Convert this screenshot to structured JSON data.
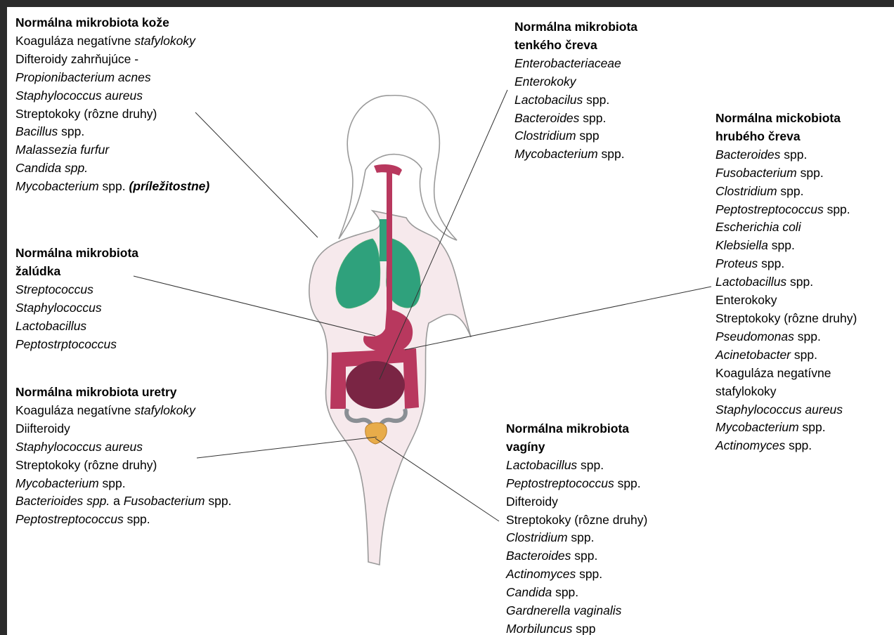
{
  "blocks": [
    {
      "key": "skin",
      "title": "Normálna mikrobiota kože",
      "lines": [
        [
          {
            "t": "Koaguláza negatívne "
          },
          {
            "t": "stafylokoky",
            "s": "i"
          }
        ],
        [
          {
            "t": "Difteroidy zahrňujúce -"
          }
        ],
        [
          {
            "t": "Propionibacterium acnes",
            "s": "i"
          }
        ],
        [
          {
            "t": "Staphylococcus aureus",
            "s": "i"
          }
        ],
        [
          {
            "t": "Streptokoky (rôzne druhy)"
          }
        ],
        [
          {
            "t": "Bacillus",
            "s": "i"
          },
          {
            "t": " spp."
          }
        ],
        [
          {
            "t": "Malassezia furfur",
            "s": "i"
          }
        ],
        [
          {
            "t": "Candida spp.",
            "s": "i"
          }
        ],
        [
          {
            "t": "Mycobacterium",
            "s": "i"
          },
          {
            "t": " spp. "
          },
          {
            "t": "(príležitostne)",
            "s": "bi"
          }
        ]
      ]
    },
    {
      "key": "stomach",
      "title": "Normálna mikrobiota\nžalúdka",
      "lines": [
        [
          {
            "t": "Streptococcus",
            "s": "i"
          }
        ],
        [
          {
            "t": "Staphylococcus",
            "s": "i"
          }
        ],
        [
          {
            "t": "Lactobacillus",
            "s": "i"
          }
        ],
        [
          {
            "t": "Peptostrptococcus",
            "s": "i"
          }
        ]
      ]
    },
    {
      "key": "urethra",
      "title": "Normálna mikrobiota uretry",
      "lines": [
        [
          {
            "t": "Koaguláza negatívne "
          },
          {
            "t": "stafylokoky",
            "s": "i"
          }
        ],
        [
          {
            "t": "Diifteroidy"
          }
        ],
        [
          {
            "t": "Staphylococcus aureus",
            "s": "i"
          }
        ],
        [
          {
            "t": "Streptokoky (rôzne druhy)"
          }
        ],
        [
          {
            "t": "Mycobacterium",
            "s": "i"
          },
          {
            "t": " spp."
          }
        ],
        [
          {
            "t": "Bacterioides spp.",
            "s": "i"
          },
          {
            "t": " a "
          },
          {
            "t": "Fusobacterium",
            "s": "i"
          },
          {
            "t": " spp."
          }
        ],
        [
          {
            "t": "Peptostreptococcus",
            "s": "i"
          },
          {
            "t": " spp."
          }
        ]
      ]
    },
    {
      "key": "small-intestine",
      "title": "Normálna mikrobiota\ntenkého čreva",
      "lines": [
        [
          {
            "t": "Enterobacteriaceae",
            "s": "i"
          }
        ],
        [
          {
            "t": "Enterokoky",
            "s": "i"
          }
        ],
        [
          {
            "t": "Lactobacilus",
            "s": "i"
          },
          {
            "t": " spp."
          }
        ],
        [
          {
            "t": "Bacteroides",
            "s": "i"
          },
          {
            "t": " spp."
          }
        ],
        [
          {
            "t": "Clostridium",
            "s": "i"
          },
          {
            "t": " spp"
          }
        ],
        [
          {
            "t": "Mycobacterium",
            "s": "i"
          },
          {
            "t": " spp."
          }
        ]
      ]
    },
    {
      "key": "large-intestine",
      "title": "Normálna mickobiota\nhrubého čreva",
      "lines": [
        [
          {
            "t": "Bacteroides",
            "s": "i"
          },
          {
            "t": " spp."
          }
        ],
        [
          {
            "t": "Fusobacterium",
            "s": "i"
          },
          {
            "t": " spp."
          }
        ],
        [
          {
            "t": "Clostridium",
            "s": "i"
          },
          {
            "t": " spp."
          }
        ],
        [
          {
            "t": "Peptostreptococcus",
            "s": "i"
          },
          {
            "t": " spp."
          }
        ],
        [
          {
            "t": "Escherichia coli",
            "s": "i"
          }
        ],
        [
          {
            "t": "Klebsiella",
            "s": "i"
          },
          {
            "t": " spp."
          }
        ],
        [
          {
            "t": "Proteus",
            "s": "i"
          },
          {
            "t": " spp."
          }
        ],
        [
          {
            "t": "Lactobacillus",
            "s": "i"
          },
          {
            "t": " spp."
          }
        ],
        [
          {
            "t": "Enterokoky"
          }
        ],
        [
          {
            "t": "Streptokoky (rôzne druhy)"
          }
        ],
        [
          {
            "t": "Pseudomonas",
            "s": "i"
          },
          {
            "t": " spp."
          }
        ],
        [
          {
            "t": "Acinetobacter",
            "s": "i"
          },
          {
            "t": " spp."
          }
        ],
        [
          {
            "t": "Koaguláza negatívne"
          }
        ],
        [
          {
            "t": "stafylokoky"
          }
        ],
        [
          {
            "t": "Staphylococcus aureus",
            "s": "i"
          }
        ],
        [
          {
            "t": "Mycobacterium",
            "s": "i"
          },
          {
            "t": " spp."
          }
        ],
        [
          {
            "t": "Actinomyces",
            "s": "i"
          },
          {
            "t": " spp."
          }
        ]
      ]
    },
    {
      "key": "vagina",
      "title": "Normálna mikrobiota\nvagíny",
      "lines": [
        [
          {
            "t": "Lactobacillus",
            "s": "i"
          },
          {
            "t": " spp."
          }
        ],
        [
          {
            "t": "Peptostreptococcus",
            "s": "i"
          },
          {
            "t": " spp."
          }
        ],
        [
          {
            "t": "Difteroidy"
          }
        ],
        [
          {
            "t": "Streptokoky (rôzne druhy)"
          }
        ],
        [
          {
            "t": "Clostridium",
            "s": "i"
          },
          {
            "t": " spp."
          }
        ],
        [
          {
            "t": "Bacteroides",
            "s": "i"
          },
          {
            "t": " spp."
          }
        ],
        [
          {
            "t": "Actinomyces",
            "s": "i"
          },
          {
            "t": " spp."
          }
        ],
        [
          {
            "t": "Candida",
            "s": "i"
          },
          {
            "t": " spp."
          }
        ],
        [
          {
            "t": "Gardnerella vaginalis",
            "s": "i"
          }
        ],
        [
          {
            "t": "Morbiluncus",
            "s": "i"
          },
          {
            "t": " spp"
          }
        ]
      ]
    }
  ],
  "colors": {
    "frame": "#2b2b2b",
    "body_fill": "#f6e9ec",
    "body_outline": "#9a9a9a",
    "lung": "#2fa17c",
    "digestive": "#b8385e",
    "bowel": "#7a2544",
    "bladder": "#e8ac4a",
    "kidney": "#8a8f94",
    "leader_line": "#333333"
  },
  "icons": [
    "human-body-illustration"
  ]
}
